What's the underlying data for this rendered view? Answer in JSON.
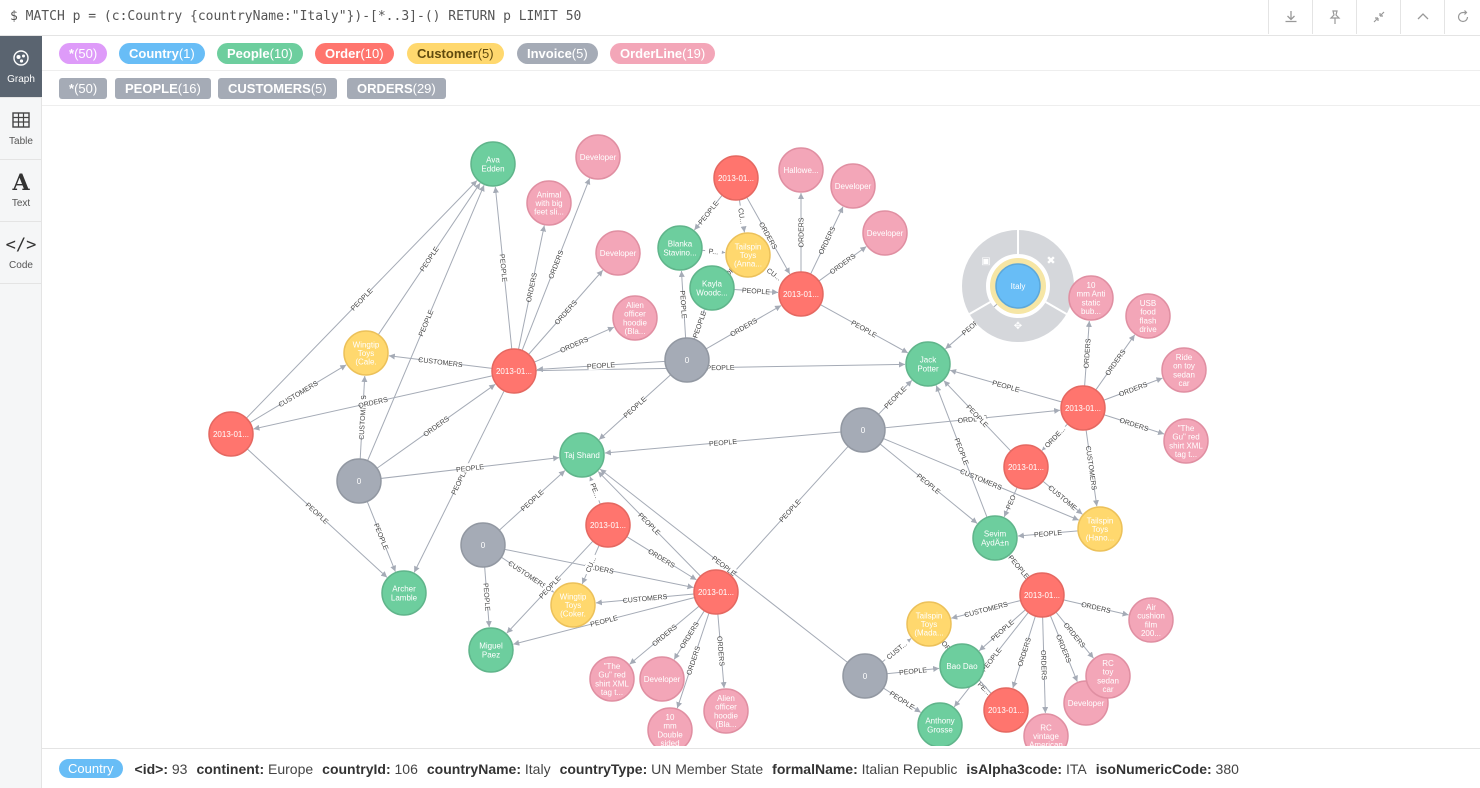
{
  "query": {
    "text": "$ MATCH p = (c:Country {countryName:\"Italy\"})-[*..3]-() RETURN p LIMIT 50"
  },
  "toolbar": {
    "download_icon": "download-icon",
    "pin_icon": "pin-icon",
    "collapse_icon": "collapse-icon",
    "up_icon": "chevron-up-icon",
    "rerun_icon": "rerun-icon"
  },
  "nav": {
    "items": [
      {
        "label": "Graph",
        "icon": "graph-icon"
      },
      {
        "label": "Table",
        "icon": "table-icon"
      },
      {
        "label": "Text",
        "icon": "text-icon"
      },
      {
        "label": "Code",
        "icon": "code-icon"
      }
    ]
  },
  "legend": {
    "labels": [
      {
        "name": "*",
        "count": "(50)",
        "color": "#de9bf9",
        "text_color": "#ffffff"
      },
      {
        "name": "Country",
        "count": "(1)",
        "color": "#68bdf6",
        "text_color": "#ffffff"
      },
      {
        "name": "People",
        "count": "(10)",
        "color": "#6dce9e",
        "text_color": "#ffffff"
      },
      {
        "name": "Order",
        "count": "(10)",
        "color": "#ff756e",
        "text_color": "#ffffff"
      },
      {
        "name": "Customer",
        "count": "(5)",
        "color": "#ffd86e",
        "text_color": "#604a0e"
      },
      {
        "name": "Invoice",
        "count": "(5)",
        "color": "#a5abb6",
        "text_color": "#ffffff"
      },
      {
        "name": "OrderLine",
        "count": "(19)",
        "color": "#f3a6b8",
        "text_color": "#ffffff"
      }
    ],
    "types": [
      {
        "name": "*",
        "count": "(50)"
      },
      {
        "name": "PEOPLE",
        "count": "(16)"
      },
      {
        "name": "CUSTOMERS",
        "count": "(5)"
      },
      {
        "name": "ORDERS",
        "count": "(29)"
      }
    ]
  },
  "colors": {
    "country": "#68bdf6",
    "people": "#6dce9e",
    "order": "#ff756e",
    "customer": "#ffd86e",
    "invoice": "#a5abb6",
    "orderline": "#f3a6b8"
  },
  "graph": {
    "nodes": [
      {
        "id": "n_ava",
        "kind": "people",
        "lines": [
          "Ava",
          "Edden"
        ]
      },
      {
        "id": "n_dev1",
        "kind": "orderline",
        "lines": [
          "Developer"
        ]
      },
      {
        "id": "n_animal",
        "kind": "orderline",
        "lines": [
          "Animal",
          "with big",
          "feet sli..."
        ]
      },
      {
        "id": "n_dev2",
        "kind": "orderline",
        "lines": [
          "Developer"
        ]
      },
      {
        "id": "n_alien1",
        "kind": "orderline",
        "lines": [
          "Alien",
          "officer",
          "hoodie",
          "(Bla..."
        ]
      },
      {
        "id": "n_wingcale",
        "kind": "customer",
        "lines": [
          "Wingtip",
          "Toys",
          "(Cale."
        ]
      },
      {
        "id": "n_ord_left",
        "kind": "order",
        "lines": [
          "2013-01..."
        ]
      },
      {
        "id": "n_ord_mid",
        "kind": "order",
        "lines": [
          "2013-01..."
        ]
      },
      {
        "id": "n_inv_left",
        "kind": "invoice",
        "lines": [
          "0"
        ]
      },
      {
        "id": "n_archer",
        "kind": "people",
        "lines": [
          "Archer",
          "Lamble"
        ]
      },
      {
        "id": "n_inv_top",
        "kind": "invoice",
        "lines": [
          "0"
        ]
      },
      {
        "id": "n_ord_top",
        "kind": "order",
        "lines": [
          "2013-01..."
        ]
      },
      {
        "id": "n_hallowe",
        "kind": "orderline",
        "lines": [
          "Hallowe..."
        ]
      },
      {
        "id": "n_dev3",
        "kind": "orderline",
        "lines": [
          "Developer"
        ]
      },
      {
        "id": "n_dev4",
        "kind": "orderline",
        "lines": [
          "Developer"
        ]
      },
      {
        "id": "n_blanka",
        "kind": "people",
        "lines": [
          "Blanka",
          "Stavino..."
        ]
      },
      {
        "id": "n_tailanna",
        "kind": "customer",
        "lines": [
          "Tailspin",
          "Toys",
          "(Anna..."
        ]
      },
      {
        "id": "n_kayla",
        "kind": "people",
        "lines": [
          "Kayla",
          "Woodc..."
        ]
      },
      {
        "id": "n_ord_tr",
        "kind": "order",
        "lines": [
          "2013-01..."
        ]
      },
      {
        "id": "n_taj",
        "kind": "people",
        "lines": [
          "Taj Shand"
        ]
      },
      {
        "id": "n_jack",
        "kind": "people",
        "lines": [
          "Jack",
          "Potter"
        ]
      },
      {
        "id": "n_italy",
        "kind": "country",
        "lines": [
          "Italy"
        ]
      },
      {
        "id": "n_10mm1",
        "kind": "orderline",
        "lines": [
          "10",
          "mm Anti",
          "static",
          "bub..."
        ]
      },
      {
        "id": "n_usb",
        "kind": "orderline",
        "lines": [
          "USB",
          "food",
          "flash",
          "drive"
        ]
      },
      {
        "id": "n_ride",
        "kind": "orderline",
        "lines": [
          "Ride",
          "on toy",
          "sedan",
          "car"
        ]
      },
      {
        "id": "n_gu1",
        "kind": "orderline",
        "lines": [
          "\"The",
          "Gu\" red",
          "shirt XML",
          "tag t..."
        ]
      },
      {
        "id": "n_ord_r1",
        "kind": "order",
        "lines": [
          "2013-01..."
        ]
      },
      {
        "id": "n_inv_right",
        "kind": "invoice",
        "lines": [
          "0"
        ]
      },
      {
        "id": "n_ord_r2",
        "kind": "order",
        "lines": [
          "2013-01..."
        ]
      },
      {
        "id": "n_tailhano",
        "kind": "customer",
        "lines": [
          "Tailspin",
          "Toys",
          "(Hano..."
        ]
      },
      {
        "id": "n_sevim",
        "kind": "people",
        "lines": [
          "Sevim",
          "AydÄ±n"
        ]
      },
      {
        "id": "n_inv_low",
        "kind": "invoice",
        "lines": [
          "0"
        ]
      },
      {
        "id": "n_ord_c1",
        "kind": "order",
        "lines": [
          "2013-01..."
        ]
      },
      {
        "id": "n_wingcoke",
        "kind": "customer",
        "lines": [
          "Wingtip",
          "Toys",
          "(Coker."
        ]
      },
      {
        "id": "n_ord_c2",
        "kind": "order",
        "lines": [
          "2013-01..."
        ]
      },
      {
        "id": "n_miguel",
        "kind": "people",
        "lines": [
          "Miguel",
          "Paez"
        ]
      },
      {
        "id": "n_gu2",
        "kind": "orderline",
        "lines": [
          "\"The",
          "Gu\" red",
          "shirt XML",
          "tag t..."
        ]
      },
      {
        "id": "n_dev5",
        "kind": "orderline",
        "lines": [
          "Developer"
        ]
      },
      {
        "id": "n_alien2",
        "kind": "orderline",
        "lines": [
          "Alien",
          "officer",
          "hoodie",
          "(Bla..."
        ]
      },
      {
        "id": "n_10mm2",
        "kind": "orderline",
        "lines": [
          "10",
          "mm",
          "Double",
          "sided"
        ]
      },
      {
        "id": "n_ord_br",
        "kind": "order",
        "lines": [
          "2013-01..."
        ]
      },
      {
        "id": "n_tailmada",
        "kind": "customer",
        "lines": [
          "Tailspin",
          "Toys",
          "(Mada..."
        ]
      },
      {
        "id": "n_baodao",
        "kind": "people",
        "lines": [
          "Bao Dao"
        ]
      },
      {
        "id": "n_inv_br",
        "kind": "invoice",
        "lines": [
          "0"
        ]
      },
      {
        "id": "n_anthony",
        "kind": "people",
        "lines": [
          "Anthony",
          "Grosse"
        ]
      },
      {
        "id": "n_ord_br2",
        "kind": "order",
        "lines": [
          "2013-01..."
        ]
      },
      {
        "id": "n_rcamer",
        "kind": "orderline",
        "lines": [
          "RC",
          "vintage",
          "American"
        ]
      },
      {
        "id": "n_dev6",
        "kind": "orderline",
        "lines": [
          "Developer"
        ]
      },
      {
        "id": "n_rcsedan",
        "kind": "orderline",
        "lines": [
          "RC",
          "toy",
          "sedan",
          "car"
        ]
      },
      {
        "id": "n_air",
        "kind": "orderline",
        "lines": [
          "Air",
          "cushion",
          "film",
          "200..."
        ]
      }
    ],
    "edges": [
      {
        "from": "n_ord_left",
        "to": "n_ava",
        "label": "PEOPLE"
      },
      {
        "from": "n_wingcale",
        "to": "n_ava",
        "label": "PEOPLE"
      },
      {
        "from": "n_inv_left",
        "to": "n_ava",
        "label": "PEOPLE"
      },
      {
        "from": "n_ord_mid",
        "to": "n_ava",
        "label": "PEOPLE"
      },
      {
        "from": "n_ord_left",
        "to": "n_wingcale",
        "label": "CUSTOMERS"
      },
      {
        "from": "n_ord_mid",
        "to": "n_wingcale",
        "label": "CUSTOMERS"
      },
      {
        "from": "n_inv_left",
        "to": "n_wingcale",
        "label": "CUSTOMERS"
      },
      {
        "from": "n_ord_mid",
        "to": "n_ord_left",
        "label": "ORDERS"
      },
      {
        "from": "n_ord_left",
        "to": "n_archer",
        "label": "PEOPLE"
      },
      {
        "from": "n_inv_left",
        "to": "n_archer",
        "label": "PEOPLE"
      },
      {
        "from": "n_ord_mid",
        "to": "n_archer",
        "label": "PEOPLE"
      },
      {
        "from": "n_inv_left",
        "to": "n_ord_mid",
        "label": "ORDERS"
      },
      {
        "from": "n_ord_mid",
        "to": "n_dev1",
        "label": "ORDERS"
      },
      {
        "from": "n_ord_mid",
        "to": "n_animal",
        "label": "ORDERS"
      },
      {
        "from": "n_ord_mid",
        "to": "n_dev2",
        "label": "ORDERS"
      },
      {
        "from": "n_ord_mid",
        "to": "n_alien1",
        "label": "ORDERS"
      },
      {
        "from": "n_inv_left",
        "to": "n_taj",
        "label": "PEOPLE"
      },
      {
        "from": "n_inv_top",
        "to": "n_taj",
        "label": "PEOPLE"
      },
      {
        "from": "n_ord_mid",
        "to": "n_jack",
        "label": "PEOPLE"
      },
      {
        "from": "n_inv_top",
        "to": "n_ord_tr",
        "label": "ORDERS"
      },
      {
        "from": "n_inv_top",
        "to": "n_kayla",
        "label": "PEOPLE"
      },
      {
        "from": "n_inv_top",
        "to": "n_blanka",
        "label": "PEOPLE"
      },
      {
        "from": "n_ord_top",
        "to": "n_blanka",
        "label": "PEOPLE"
      },
      {
        "from": "n_ord_top",
        "to": "n_tailanna",
        "label": "CU..."
      },
      {
        "from": "n_ord_top",
        "to": "n_ord_tr",
        "label": "ORDERS"
      },
      {
        "from": "n_blanka",
        "to": "n_tailanna",
        "label": "P..."
      },
      {
        "from": "n_tailanna",
        "to": "n_ord_tr",
        "label": "CU..."
      },
      {
        "from": "n_kayla",
        "to": "n_ord_tr",
        "label": "PEOPLE"
      },
      {
        "from": "n_kayla",
        "to": "n_tailanna",
        "label": "PEOPLE"
      },
      {
        "from": "n_ord_tr",
        "to": "n_hallowe",
        "label": "ORDERS"
      },
      {
        "from": "n_ord_tr",
        "to": "n_dev3",
        "label": "ORDERS"
      },
      {
        "from": "n_ord_tr",
        "to": "n_dev4",
        "label": "ORDERS"
      },
      {
        "from": "n_ord_tr",
        "to": "n_jack",
        "label": "PEOPLE"
      },
      {
        "from": "n_italy",
        "to": "n_jack",
        "label": "PEOPLE"
      },
      {
        "from": "n_inv_right",
        "to": "n_taj",
        "label": "PEOPLE"
      },
      {
        "from": "n_inv_right",
        "to": "n_jack",
        "label": "PEOPLE"
      },
      {
        "from": "n_inv_right",
        "to": "n_ord_r1",
        "label": "ORDERS"
      },
      {
        "from": "n_inv_right",
        "to": "n_tailhano",
        "label": "CUSTOMERS"
      },
      {
        "from": "n_inv_right",
        "to": "n_sevim",
        "label": "PEOPLE"
      },
      {
        "from": "n_inv_right",
        "to": "n_ord_c2",
        "label": "PEOPLE"
      },
      {
        "from": "n_ord_r1",
        "to": "n_jack",
        "label": "PEOPLE"
      },
      {
        "from": "n_ord_r1",
        "to": "n_10mm1",
        "label": "ORDERS"
      },
      {
        "from": "n_ord_r1",
        "to": "n_usb",
        "label": "ORDERS"
      },
      {
        "from": "n_ord_r1",
        "to": "n_ride",
        "label": "ORDERS"
      },
      {
        "from": "n_ord_r1",
        "to": "n_gu1",
        "label": "ORDERS"
      },
      {
        "from": "n_ord_r1",
        "to": "n_ord_r2",
        "label": "ORDE..."
      },
      {
        "from": "n_ord_r1",
        "to": "n_tailhano",
        "label": "CUSTOMERS"
      },
      {
        "from": "n_ord_r2",
        "to": "n_jack",
        "label": "PEOPLE"
      },
      {
        "from": "n_ord_r2",
        "to": "n_tailhano",
        "label": "CUSTOME"
      },
      {
        "from": "n_ord_r2",
        "to": "n_sevim",
        "label": "PEO"
      },
      {
        "from": "n_sevim",
        "to": "n_jack",
        "label": "PEOPLE"
      },
      {
        "from": "n_tailhano",
        "to": "n_sevim",
        "label": "PEOPLE"
      },
      {
        "from": "n_ord_br",
        "to": "n_sevim",
        "label": "PEOPLE"
      },
      {
        "from": "n_inv_low",
        "to": "n_taj",
        "label": "PEOPLE"
      },
      {
        "from": "n_inv_low",
        "to": "n_ord_c2",
        "label": "ORDERS"
      },
      {
        "from": "n_inv_low",
        "to": "n_wingcoke",
        "label": "CUSTOMERS"
      },
      {
        "from": "n_inv_low",
        "to": "n_miguel",
        "label": "PEOPLE"
      },
      {
        "from": "n_ord_c1",
        "to": "n_taj",
        "label": "PE..."
      },
      {
        "from": "n_ord_c1",
        "to": "n_wingcoke",
        "label": "CU..."
      },
      {
        "from": "n_ord_c1",
        "to": "n_miguel",
        "label": "PEOPLE"
      },
      {
        "from": "n_ord_c1",
        "to": "n_ord_c2",
        "label": "ORDERS"
      },
      {
        "from": "n_ord_c2",
        "to": "n_taj",
        "label": "PEOPLE"
      },
      {
        "from": "n_ord_c2",
        "to": "n_wingcoke",
        "label": "CUSTOMERS"
      },
      {
        "from": "n_ord_c2",
        "to": "n_miguel",
        "label": "PEOPLE"
      },
      {
        "from": "n_ord_c2",
        "to": "n_gu2",
        "label": "ORDERS"
      },
      {
        "from": "n_ord_c2",
        "to": "n_dev5",
        "label": "ORDERS"
      },
      {
        "from": "n_ord_c2",
        "to": "n_alien2",
        "label": "ORDERS"
      },
      {
        "from": "n_ord_c2",
        "to": "n_10mm2",
        "label": "ORDERS"
      },
      {
        "from": "n_ord_br",
        "to": "n_tailmada",
        "label": "CUSTOMERS"
      },
      {
        "from": "n_ord_br",
        "to": "n_baodao",
        "label": "PEOPLE"
      },
      {
        "from": "n_ord_br",
        "to": "n_anthony",
        "label": "PEOPLE"
      },
      {
        "from": "n_ord_br",
        "to": "n_air",
        "label": "ORDERS"
      },
      {
        "from": "n_ord_br",
        "to": "n_rcsedan",
        "label": "ORDERS"
      },
      {
        "from": "n_ord_br",
        "to": "n_dev6",
        "label": "ORDERS"
      },
      {
        "from": "n_ord_br",
        "to": "n_rcamer",
        "label": "ORDERS"
      },
      {
        "from": "n_ord_br",
        "to": "n_ord_br2",
        "label": "ORDERS"
      },
      {
        "from": "n_inv_br",
        "to": "n_taj",
        "label": "PEOPLE"
      },
      {
        "from": "n_inv_br",
        "to": "n_tailmada",
        "label": "CUST..."
      },
      {
        "from": "n_inv_br",
        "to": "n_baodao",
        "label": "PEOPLE"
      },
      {
        "from": "n_inv_br",
        "to": "n_anthony",
        "label": "PEOPLE"
      },
      {
        "from": "n_ord_br2",
        "to": "n_baodao",
        "label": "PE..."
      },
      {
        "from": "n_ord_br2",
        "to": "n_tailmada",
        "label": "ORDERS"
      },
      {
        "from": "n_baodao",
        "to": "n_tailmada",
        "label": "PEOPLE"
      },
      {
        "from": "n_inv_top",
        "to": "n_ord_mid",
        "label": "PEOPLE"
      }
    ]
  },
  "selection": {
    "badge": "Country",
    "properties": [
      {
        "key": "<id>:",
        "value": "93"
      },
      {
        "key": "continent:",
        "value": "Europe"
      },
      {
        "key": "countryId:",
        "value": "106"
      },
      {
        "key": "countryName:",
        "value": "Italy"
      },
      {
        "key": "countryType:",
        "value": "UN Member State"
      },
      {
        "key": "formalName:",
        "value": "Italian Republic"
      },
      {
        "key": "isAlpha3code:",
        "value": "ITA"
      },
      {
        "key": "isoNumericCode:",
        "value": "380"
      }
    ]
  }
}
